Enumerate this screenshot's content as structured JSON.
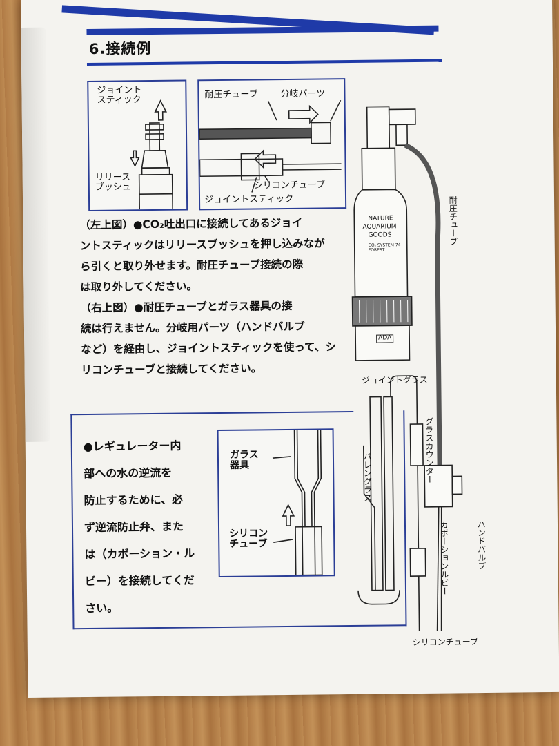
{
  "section_title": "6.接続例",
  "fig1": {
    "joint_stick": "ジョイント\nスティック",
    "release_bush": "リリース\nブッシュ"
  },
  "fig2": {
    "pressure_tube": "耐圧チューブ",
    "branch_parts": "分岐パーツ",
    "silicone_tube": "シリコンチューブ",
    "joint_stick": "ジョイントスティック"
  },
  "paragraphs": [
    "（左上図）●CO₂吐出口に接続してあるジョイ",
    "ントスティックはリリースブッシュを押し込みなが",
    "ら引くと取り外せます。耐圧チューブ接続の際",
    "は取り外してください。",
    "（右上図）●耐圧チューブとガラス器具の接",
    "続は行えません。分岐用パーツ（ハンドバルブ",
    "など）を経由し、ジョイントスティックを使って、シ",
    "リコンチューブと接続してください。"
  ],
  "warning_lines": [
    "●レギュレーター内",
    "部への水の逆流を",
    "防止するために、必",
    "ず逆流防止弁、また",
    "は（カボーション・ル",
    "ビー）を接続してくだ",
    "さい。"
  ],
  "fig3": {
    "glass_device": "ガラス\n器具",
    "silicone_tube": "シリコン\nチューブ"
  },
  "cylinder": {
    "brand_lines": [
      "NATURE",
      "AQUARIUM",
      "GOODS"
    ],
    "small_text": "CO₂ SYSTEM 74\nFOREST",
    "logo": "ADA"
  },
  "right_labels": {
    "pressure_tube": "耐圧チューブ",
    "joint_glass": "ジョイントグラス",
    "glass_counter": "グラスカウンター",
    "pollen_glass": "パレングラス",
    "hand_valve": "ハンドバルブ",
    "cabochon_ruby": "カボーションルビー",
    "silicone_tube": "シリコンチューブ"
  },
  "colors": {
    "accent": "#1f3aa8",
    "paper": "#f4f3ef",
    "ink": "#2b3e96"
  }
}
